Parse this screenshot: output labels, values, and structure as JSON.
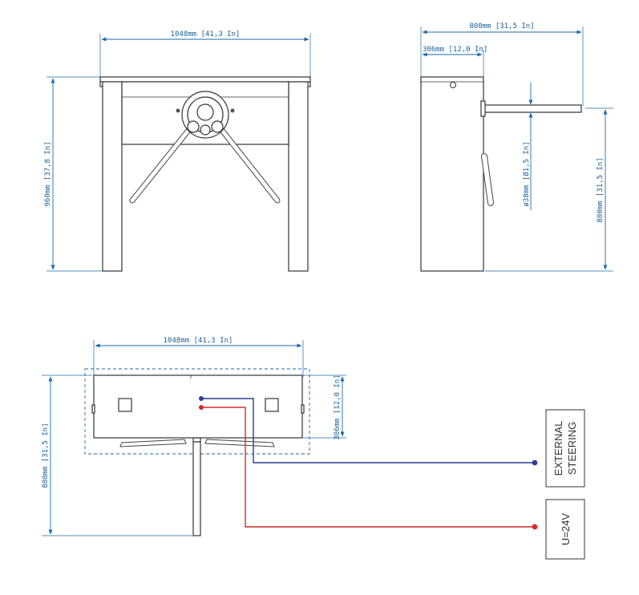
{
  "front_view": {
    "width_label": "1048mm [41,3 In]",
    "height_label": "960mm [37,8 In]"
  },
  "side_view": {
    "total_label": "800mm [31,5 In]",
    "body_label": "306mm [12,0 In]",
    "arm_label": "ø38mm [Ø1,5 In]",
    "height_label": "800mm [31,5 In]"
  },
  "top_view": {
    "width_label": "1048mm [41,3 In]",
    "depth_label": "306mm [12,0 In]",
    "length_label": "800mm [31,5 In]"
  },
  "connections": {
    "steering_line1": "EXTERNAL",
    "steering_line2": "STEERING",
    "power_label": "U=24V",
    "steering_wire_color": "#2a3f8f",
    "power_wire_color": "#d42a2a",
    "dimension_color": "#1a6aa8"
  }
}
